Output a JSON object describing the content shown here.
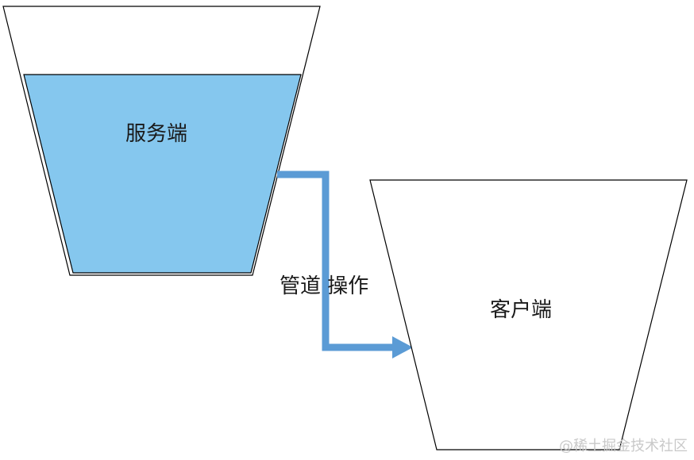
{
  "diagram": {
    "server_label": "服务端",
    "client_label": "客户端",
    "pipe_label": "管道 操作"
  },
  "watermark": "@稀土掘金技术社区",
  "colors": {
    "water_fill": "#85c7ee",
    "pipe": "#5b9bd5",
    "outline": "#000000"
  }
}
